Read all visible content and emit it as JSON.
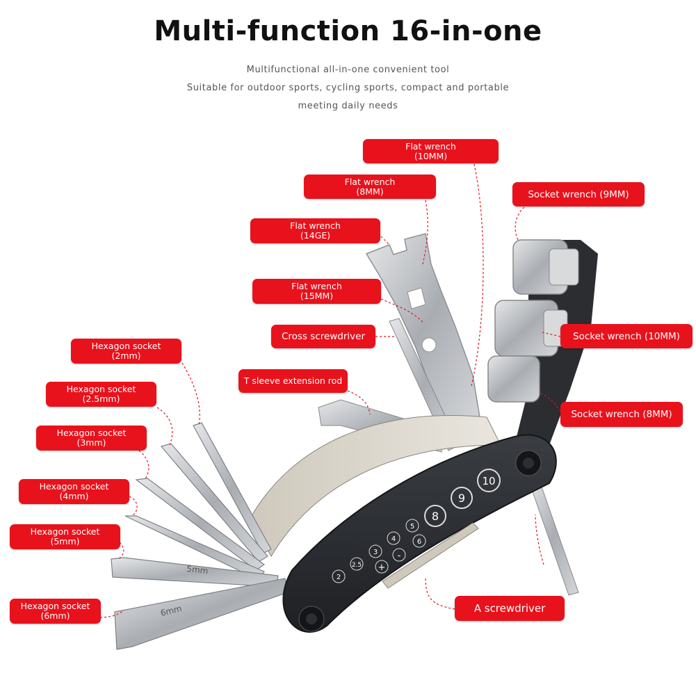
{
  "header": {
    "title": "Multi-function 16-in-one",
    "subtitle_lines": [
      "Multifunctional all-in-one convenient tool",
      "Suitable for outdoor sports, cycling sports, compact and portable",
      "meeting daily needs"
    ]
  },
  "colors": {
    "label_bg": "#e8121c",
    "leader_line": "#e8121c",
    "handle": "#2b2d31",
    "metal": "#b9bcc0"
  },
  "labels": {
    "flat_10mm": [
      "Flat wrench",
      "(10MM)"
    ],
    "flat_8mm": [
      "Flat wrench",
      "(8MM)"
    ],
    "flat_14ge": [
      "Flat wrench",
      "(14GE)"
    ],
    "flat_15mm": [
      "Flat wrench",
      "(15MM)"
    ],
    "socket_9mm": "Socket wrench (9MM)",
    "socket_10mm": "Socket wrench (10MM)",
    "socket_8mm": "Socket wrench (8MM)",
    "cross_screwdriver": "Cross screwdriver",
    "t_sleeve": "T sleeve extension rod",
    "hex_2mm": [
      "Hexagon socket",
      "(2mm)"
    ],
    "hex_25mm": [
      "Hexagon socket",
      "(2.5mm)"
    ],
    "hex_3mm": [
      "Hexagon socket",
      "(3mm)"
    ],
    "hex_4mm": [
      "Hexagon socket",
      "(4mm)"
    ],
    "hex_5mm": [
      "Hexagon socket",
      "(5mm)"
    ],
    "hex_6mm": [
      "Hexagon socket",
      "(6mm)"
    ],
    "screwdriver": "A screwdriver"
  },
  "handle_markings": [
    "2",
    "2.5",
    "3",
    "4",
    "5",
    "+",
    "-",
    "6",
    "8",
    "9",
    "10"
  ],
  "key_markings": {
    "five": "5mm",
    "six": "6mm"
  }
}
